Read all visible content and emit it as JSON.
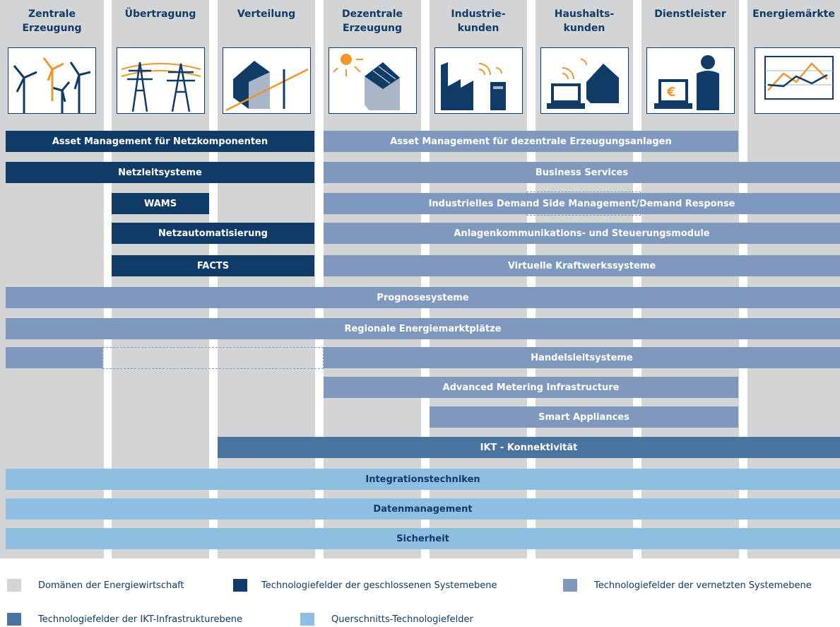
{
  "columns": [
    {
      "label": "Zentrale\nErzeugung",
      "icon": "wind-turbines-icon"
    },
    {
      "label": "Übertragung",
      "icon": "transmission-tower-icon"
    },
    {
      "label": "Verteilung",
      "icon": "distribution-house-icon"
    },
    {
      "label": "Dezentrale\nErzeugung",
      "icon": "solar-house-icon"
    },
    {
      "label": "Industrie-\nkunden",
      "icon": "factory-icon"
    },
    {
      "label": "Haushalts-\nkunden",
      "icon": "household-laptop-icon"
    },
    {
      "label": "Dienstleister",
      "icon": "service-provider-icon"
    },
    {
      "label": "Energiemärkte",
      "icon": "market-chart-icon"
    }
  ],
  "bars": {
    "asset_netz": "Asset Management für Netzkomponenten",
    "asset_dez": "Asset Management für dezentrale Erzeugungsanlagen",
    "netzleit": "Netzleitsysteme",
    "business": "Business Services",
    "wams": "WAMS",
    "dsm": "Industrielles Demand Side Management/Demand Response",
    "netzauto": "Netzautomatisierung",
    "anlagen": "Anlagenkommunikations- und Steuerungsmodule",
    "facts": "FACTS",
    "vk": "Virtuelle Kraftwerkssysteme",
    "prognose": "Prognosesysteme",
    "regional": "Regionale Energiemarktplätze",
    "handel": "Handelsleitsysteme",
    "ami": "Advanced Metering Infrastructure",
    "smart": "Smart Appliances",
    "ikt": "IKT - Konnektivität",
    "integration": "Integrationstechniken",
    "daten": "Datenmanagement",
    "sicherheit": "Sicherheit"
  },
  "legend": {
    "domains": "Domänen der Energiewirtschaft",
    "closed": "Technologiefelder der geschlossenen Systemebene",
    "networked": "Technologiefelder der vernetzten Systemebene",
    "ikt": "Technologiefelder der IKT-Infrastrukturebene",
    "cross": "Querschnitts-Technologiefelder"
  },
  "colors": {
    "domain": "#d3d4d6",
    "closed": "#0f3b66",
    "networked": "#7f99be",
    "ikt": "#4a73a0",
    "cross": "#8ebfe2",
    "accent_orange": "#f0962a"
  }
}
